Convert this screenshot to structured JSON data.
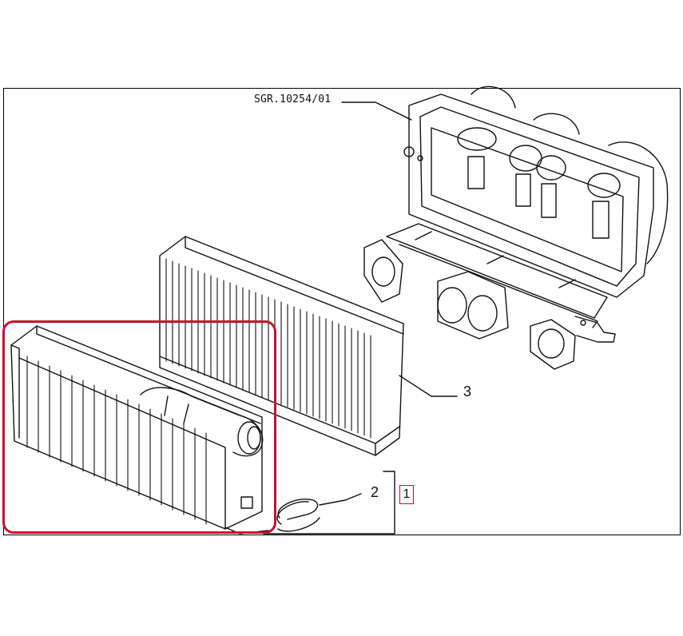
{
  "drawing": {
    "reference_code": "SGR.10254/01",
    "callouts": {
      "part_1": "1",
      "part_2": "2",
      "part_3": "3"
    },
    "highlight_color": "#c8102e",
    "line_color": "#111111"
  }
}
